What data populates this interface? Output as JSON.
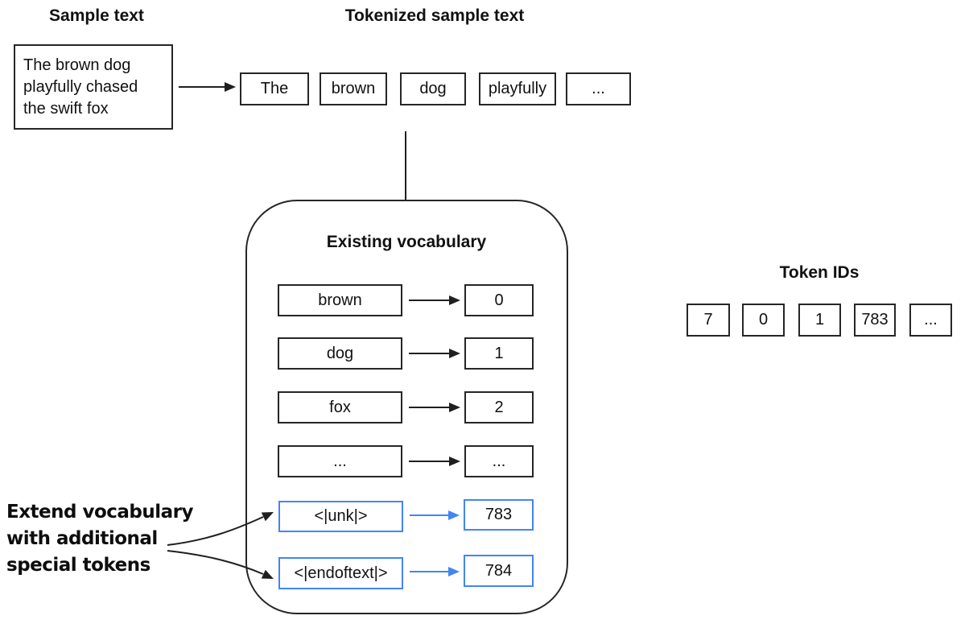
{
  "headings": {
    "sample": "Sample text",
    "tokenized": "Tokenized sample text",
    "vocabulary": "Existing vocabulary",
    "token_ids": "Token IDs"
  },
  "sample_text": {
    "lines": [
      "The brown dog",
      "playfully chased",
      "the swift fox"
    ]
  },
  "tokens": [
    "The",
    "brown",
    "dog",
    "playfully",
    "..."
  ],
  "vocabulary": {
    "rows": [
      {
        "word": "brown",
        "id": "0",
        "special": false
      },
      {
        "word": "dog",
        "id": "1",
        "special": false
      },
      {
        "word": "fox",
        "id": "2",
        "special": false
      },
      {
        "word": "...",
        "id": "...",
        "special": false
      },
      {
        "word": "<|unk|>",
        "id": "783",
        "special": true
      },
      {
        "word": "<|endoftext|>",
        "id": "784",
        "special": true
      }
    ]
  },
  "token_ids": [
    "7",
    "0",
    "1",
    "783",
    "..."
  ],
  "annotation": {
    "lines": [
      "Extend vocabulary",
      "with additional",
      "special tokens"
    ]
  },
  "colors": {
    "special_blue": "#4285f4",
    "line_black": "#1f1f1f"
  }
}
